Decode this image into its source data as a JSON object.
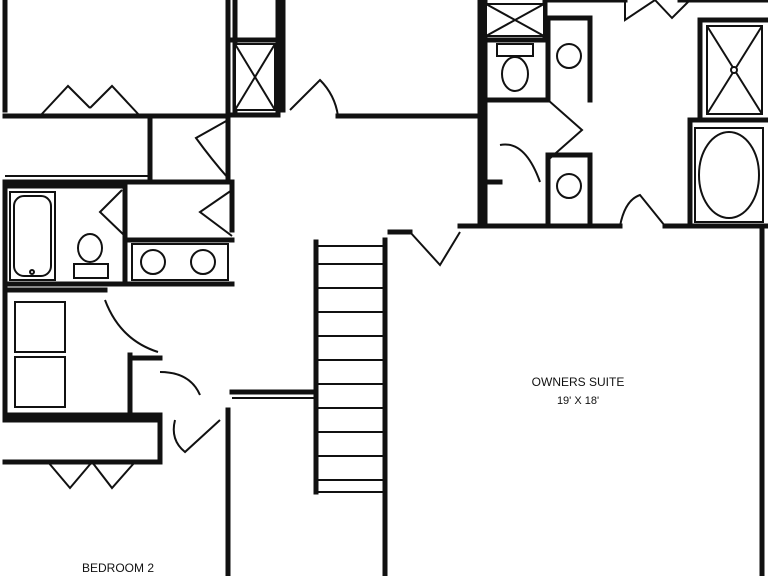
{
  "plan": {
    "rooms": [
      {
        "id": "owners-suite",
        "name": "OWNERS SUITE",
        "size": "19' X 18'"
      },
      {
        "id": "bedroom-2",
        "name": "BEDROOM 2",
        "size": ""
      },
      {
        "id": "bedroom-top-left",
        "name": "",
        "size": ""
      },
      {
        "id": "bedroom-top-center",
        "name": "",
        "size": ""
      }
    ],
    "colors": {
      "line": "#111111",
      "background": "#ffffff"
    }
  }
}
